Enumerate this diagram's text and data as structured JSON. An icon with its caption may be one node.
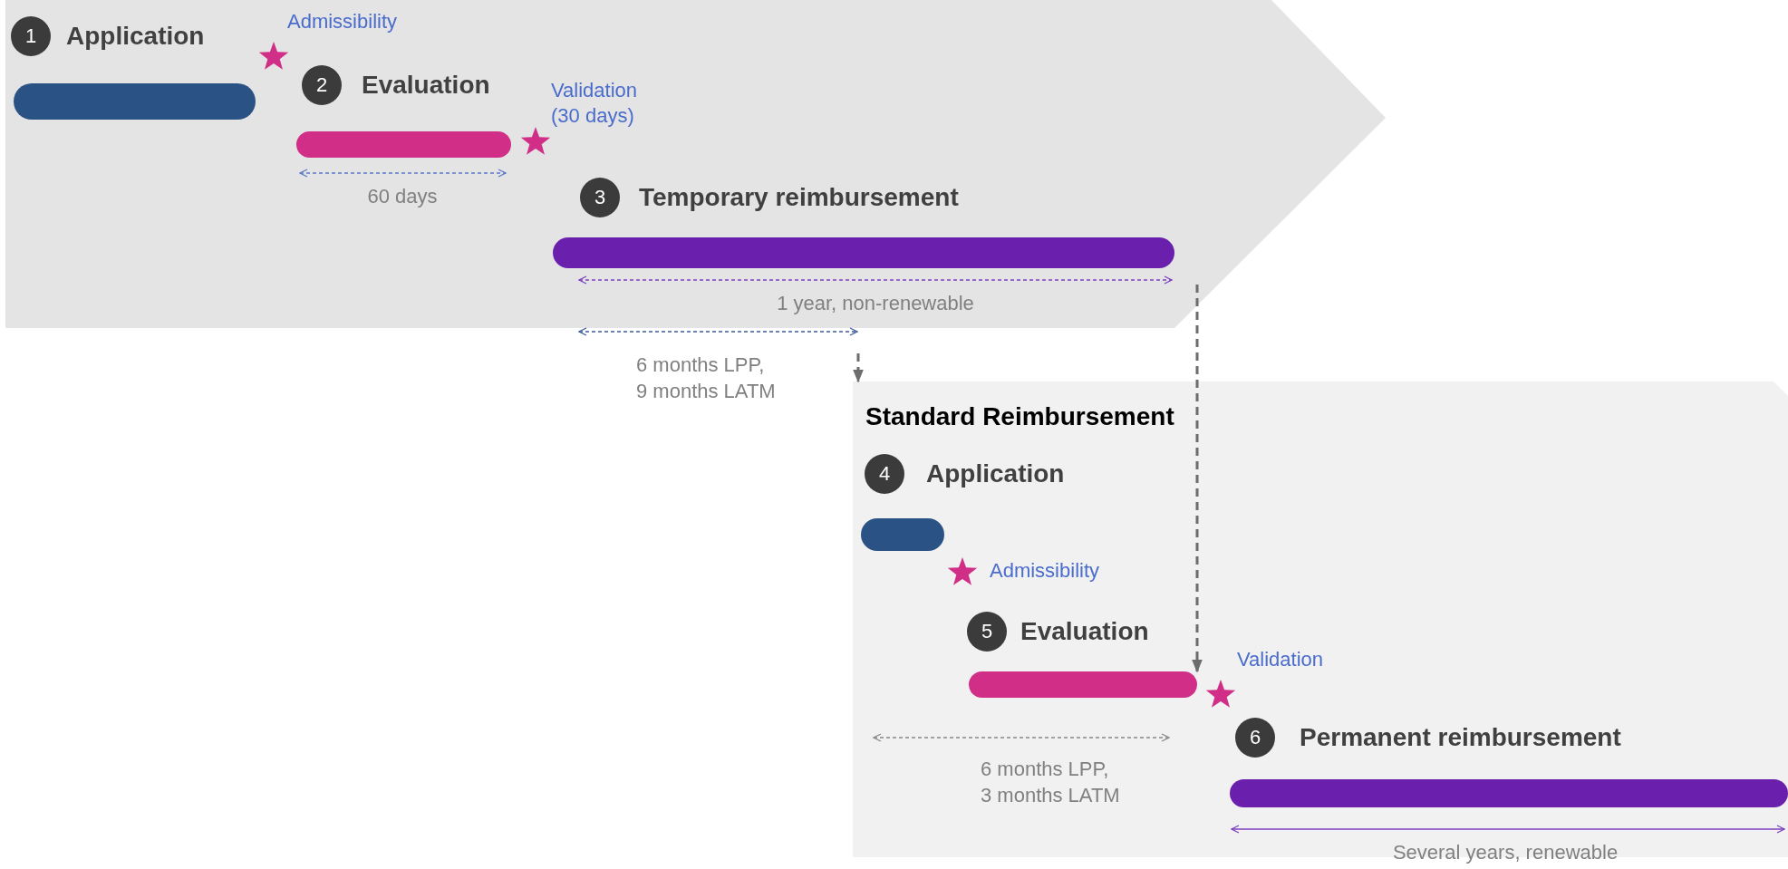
{
  "diagram": {
    "nodes": [
      {
        "text": [],
        "shape": "band"
      },
      {
        "text": [
          "1",
          "Application"
        ],
        "in": 0
      },
      {
        "text": [
          "Admissibility"
        ],
        "in": 0
      },
      {
        "text": [
          "2",
          "Evaluation"
        ],
        "in": 0
      },
      {
        "text": [
          "Validation (30 days)"
        ],
        "in": 0
      },
      {
        "text": [
          "3",
          "Temporary reimbursement"
        ],
        "in": 0
      },
      {
        "text": [
          "Standard Reimbursement"
        ]
      },
      {
        "text": [
          "4",
          "Application"
        ],
        "in": 6
      },
      {
        "text": [
          "Admissibility"
        ],
        "in": 6
      },
      {
        "text": [
          "5",
          "Evaluation"
        ],
        "in": 6
      },
      {
        "text": [
          "Validation"
        ],
        "in": 6
      },
      {
        "text": [
          "6",
          "Permanent reimbursement"
        ],
        "in": 6
      }
    ],
    "edges": [
      {
        "from": null,
        "to": 6,
        "arrow": "to",
        "style": "dashed"
      },
      {
        "from": 0,
        "to": 9,
        "arrow": "to",
        "style": "dashed"
      }
    ],
    "labels": [
      "60 days",
      "1 year, non-renewable",
      "6 months LPP, 9 months LATM",
      "6 months LPP, 3 months LATM",
      "Several years, renewable"
    ]
  }
}
